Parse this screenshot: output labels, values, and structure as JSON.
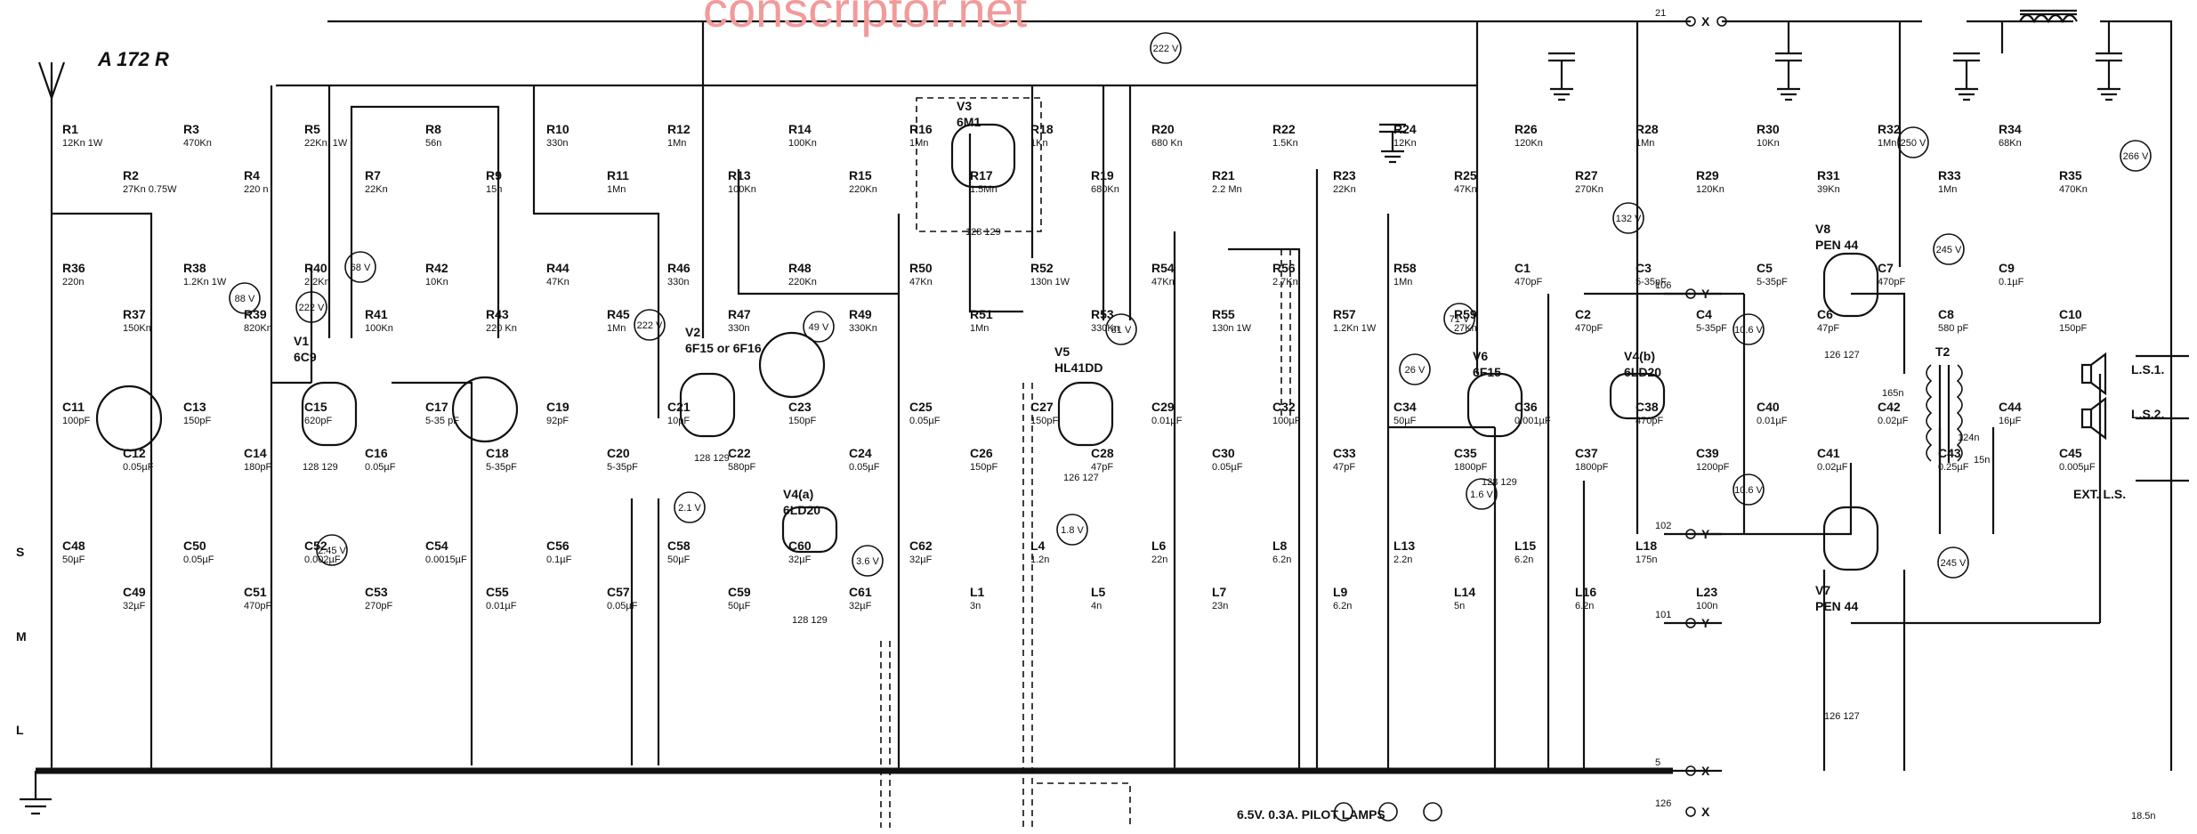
{
  "watermark": "conscriptor.net",
  "model": "A 172 R",
  "bands": [
    "S",
    "M",
    "L"
  ],
  "valves": [
    {
      "ref": "V1",
      "type": "6C9",
      "pins": "128 129"
    },
    {
      "ref": "V2",
      "type": "6F15 or 6F16",
      "pins": "128 129"
    },
    {
      "ref": "V3",
      "type": "6M1",
      "pins": "128 129"
    },
    {
      "ref": "V4(a)",
      "type": "6LD20",
      "pins": "128 129"
    },
    {
      "ref": "V5",
      "type": "HL41DD",
      "pins": "126 127"
    },
    {
      "ref": "V6",
      "type": "6F15",
      "pins": "128 129"
    },
    {
      "ref": "V4(b)",
      "type": "6LD20",
      "pins": ""
    },
    {
      "ref": "V8",
      "type": "PEN 44",
      "pins": "126 127"
    },
    {
      "ref": "V7",
      "type": "PEN 44",
      "pins": "126 127"
    }
  ],
  "resistors": [
    {
      "ref": "R1",
      "value": "12Kn 1W"
    },
    {
      "ref": "R2",
      "value": "27Kn 0.75W"
    },
    {
      "ref": "R3",
      "value": "470Kn"
    },
    {
      "ref": "R4",
      "value": "220 n"
    },
    {
      "ref": "R5",
      "value": "22Kn. 1W"
    },
    {
      "ref": "R7",
      "value": "22Kn"
    },
    {
      "ref": "R8",
      "value": "56n"
    },
    {
      "ref": "R9",
      "value": "15n"
    },
    {
      "ref": "R10",
      "value": "330n"
    },
    {
      "ref": "R11",
      "value": "1Mn"
    },
    {
      "ref": "R12",
      "value": "1Mn"
    },
    {
      "ref": "R13",
      "value": "100Kn"
    },
    {
      "ref": "R14",
      "value": "100Kn"
    },
    {
      "ref": "R15",
      "value": "220Kn"
    },
    {
      "ref": "R16",
      "value": "1Mn"
    },
    {
      "ref": "R17",
      "value": "1.5Mn"
    },
    {
      "ref": "R18",
      "value": "1Kn"
    },
    {
      "ref": "R19",
      "value": "680Kn"
    },
    {
      "ref": "R20",
      "value": "680 Kn"
    },
    {
      "ref": "R21",
      "value": "2.2 Mn"
    },
    {
      "ref": "R22",
      "value": "1.5Kn"
    },
    {
      "ref": "R23",
      "value": "22Kn"
    },
    {
      "ref": "R24",
      "value": "12Kn"
    },
    {
      "ref": "R25",
      "value": "47Kn"
    },
    {
      "ref": "R26",
      "value": "120Kn"
    },
    {
      "ref": "R27",
      "value": "270Kn"
    },
    {
      "ref": "R28",
      "value": "1Mn"
    },
    {
      "ref": "R29",
      "value": "120Kn"
    },
    {
      "ref": "R30",
      "value": "10Kn"
    },
    {
      "ref": "R31",
      "value": "39Kn"
    },
    {
      "ref": "R32",
      "value": "1Mn"
    },
    {
      "ref": "R33",
      "value": "1Mn"
    },
    {
      "ref": "R34",
      "value": "68Kn"
    },
    {
      "ref": "R35",
      "value": "470Kn"
    },
    {
      "ref": "R36",
      "value": "220n"
    },
    {
      "ref": "R37",
      "value": "150Kn"
    },
    {
      "ref": "R38",
      "value": "1.2Kn 1W"
    },
    {
      "ref": "R39",
      "value": "820Kn"
    },
    {
      "ref": "R40",
      "value": "2.2Kn"
    },
    {
      "ref": "R41",
      "value": "100Kn"
    },
    {
      "ref": "R42",
      "value": "10Kn"
    },
    {
      "ref": "R43",
      "value": "220 Kn"
    },
    {
      "ref": "R44",
      "value": "47Kn"
    },
    {
      "ref": "R45",
      "value": "1Mn"
    },
    {
      "ref": "R46",
      "value": "330n"
    },
    {
      "ref": "R47",
      "value": "330n"
    },
    {
      "ref": "R48",
      "value": "220Kn"
    },
    {
      "ref": "R49",
      "value": "330Kn"
    },
    {
      "ref": "R50",
      "value": "47Kn"
    },
    {
      "ref": "R51",
      "value": "1Mn"
    },
    {
      "ref": "R52",
      "value": "130n 1W"
    },
    {
      "ref": "R53",
      "value": "330Kn"
    },
    {
      "ref": "R54",
      "value": "47Kn"
    },
    {
      "ref": "R55",
      "value": "130n 1W"
    },
    {
      "ref": "R56",
      "value": "2.7Kn"
    },
    {
      "ref": "R57",
      "value": "1.2Kn 1W"
    },
    {
      "ref": "R58",
      "value": "1Mn"
    },
    {
      "ref": "R59",
      "value": "27Kn"
    }
  ],
  "capacitors": [
    {
      "ref": "C1",
      "value": "470pF"
    },
    {
      "ref": "C2",
      "value": "470pF"
    },
    {
      "ref": "C3",
      "value": "5-35pF"
    },
    {
      "ref": "C4",
      "value": "5-35pF"
    },
    {
      "ref": "C5",
      "value": "5-35pF"
    },
    {
      "ref": "C6",
      "value": "47pF"
    },
    {
      "ref": "C7",
      "value": "470pF"
    },
    {
      "ref": "C8",
      "value": "580 pF"
    },
    {
      "ref": "C9",
      "value": "0.1µF"
    },
    {
      "ref": "C10",
      "value": "150pF"
    },
    {
      "ref": "C11",
      "value": "100pF"
    },
    {
      "ref": "C12",
      "value": "0.05µF"
    },
    {
      "ref": "C13",
      "value": "150pF"
    },
    {
      "ref": "C14",
      "value": "180pF"
    },
    {
      "ref": "C15",
      "value": "620pF"
    },
    {
      "ref": "C16",
      "value": "0.05µF"
    },
    {
      "ref": "C17",
      "value": "5-35 pF"
    },
    {
      "ref": "C18",
      "value": "5-35pF"
    },
    {
      "ref": "C19",
      "value": "92pF"
    },
    {
      "ref": "C20",
      "value": "5-35pF"
    },
    {
      "ref": "C21",
      "value": "10pF"
    },
    {
      "ref": "C22",
      "value": "580pF"
    },
    {
      "ref": "C23",
      "value": "150pF"
    },
    {
      "ref": "C24",
      "value": "0.05µF"
    },
    {
      "ref": "C25",
      "value": "0.05µF"
    },
    {
      "ref": "C26",
      "value": "150pF"
    },
    {
      "ref": "C27",
      "value": "150pF"
    },
    {
      "ref": "C28",
      "value": "47pF"
    },
    {
      "ref": "C29",
      "value": "0.01µF"
    },
    {
      "ref": "C30",
      "value": "0.05µF"
    },
    {
      "ref": "C32",
      "value": "100µF"
    },
    {
      "ref": "C33",
      "value": "47pF"
    },
    {
      "ref": "C34",
      "value": "50µF"
    },
    {
      "ref": "C35",
      "value": "1800pF"
    },
    {
      "ref": "C36",
      "value": "0.001µF"
    },
    {
      "ref": "C37",
      "value": "1800pF"
    },
    {
      "ref": "C38",
      "value": "470pF"
    },
    {
      "ref": "C39",
      "value": "1200pF"
    },
    {
      "ref": "C40",
      "value": "0.01µF"
    },
    {
      "ref": "C41",
      "value": "0.02µF"
    },
    {
      "ref": "C42",
      "value": "0.02µF"
    },
    {
      "ref": "C43",
      "value": "0.25µF"
    },
    {
      "ref": "C44",
      "value": "16µF"
    },
    {
      "ref": "C45",
      "value": "0.005µF"
    },
    {
      "ref": "C48",
      "value": "50µF"
    },
    {
      "ref": "C49",
      "value": "32µF"
    },
    {
      "ref": "C50",
      "value": "0.05µF"
    },
    {
      "ref": "C51",
      "value": "470pF"
    },
    {
      "ref": "C52",
      "value": "0.002µF"
    },
    {
      "ref": "C53",
      "value": "270pF"
    },
    {
      "ref": "C54",
      "value": "0.0015µF"
    },
    {
      "ref": "C55",
      "value": "0.01µF"
    },
    {
      "ref": "C56",
      "value": "0.1µF"
    },
    {
      "ref": "C57",
      "value": "0.05µF"
    },
    {
      "ref": "C58",
      "value": "50µF"
    },
    {
      "ref": "C59",
      "value": "50µF"
    },
    {
      "ref": "C60",
      "value": "32µF"
    },
    {
      "ref": "C61",
      "value": "32µF"
    },
    {
      "ref": "C62",
      "value": "32µF"
    }
  ],
  "inductors": [
    {
      "ref": "L1",
      "value": "3n"
    },
    {
      "ref": "L4",
      "value": "1.2n"
    },
    {
      "ref": "L5",
      "value": "4n"
    },
    {
      "ref": "L6",
      "value": "22n"
    },
    {
      "ref": "L7",
      "value": "23n"
    },
    {
      "ref": "L8",
      "value": "6.2n"
    },
    {
      "ref": "L9",
      "value": "6.2n"
    },
    {
      "ref": "L13",
      "value": "2.2n"
    },
    {
      "ref": "L14",
      "value": "5n"
    },
    {
      "ref": "L15",
      "value": "6.2n"
    },
    {
      "ref": "L16",
      "value": "6.2n"
    },
    {
      "ref": "L18",
      "value": "175n"
    },
    {
      "ref": "L23",
      "value": "100n"
    }
  ],
  "voltages": [
    "222 V",
    "250 V",
    "266 V",
    "132 V",
    "245 V",
    "245 V",
    "88 V",
    "222 V",
    "68 V",
    "222 V",
    "81 V",
    "71 V",
    "26 V",
    "1.6 V",
    "10.6 V",
    "10.6 V",
    "2.1 V",
    "3.6 V",
    "2.45 V",
    "1.8 V",
    "49 V"
  ],
  "outputs": [
    {
      "node": "X",
      "net": "21"
    },
    {
      "node": "Y",
      "net": "106"
    },
    {
      "node": "Y",
      "net": "102"
    },
    {
      "node": "Y",
      "net": "101"
    },
    {
      "node": "X",
      "net": "5"
    },
    {
      "node": "X",
      "net": "126"
    }
  ],
  "speakers": [
    "L.S.1.",
    "L.S.2.",
    "EXT. L.S."
  ],
  "transformer": {
    "ref": "T2",
    "primary": "165n",
    "secondary1": "124n",
    "secondary2": "15n"
  },
  "pilot_lamps": "6.5V. 0.3A. PILOT LAMPS",
  "bottom_right_value": "18.5n"
}
